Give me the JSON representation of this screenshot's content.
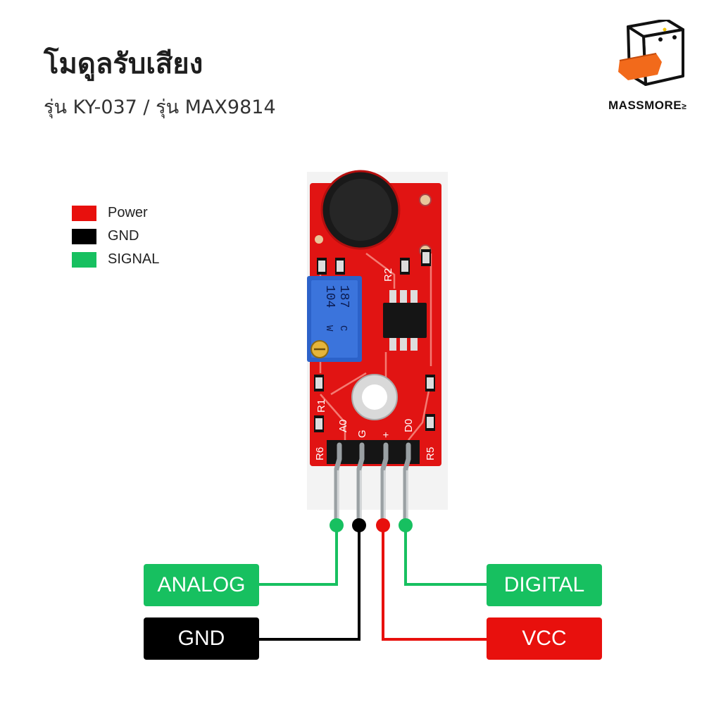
{
  "header": {
    "title": "โมดูลรับเสียง",
    "subtitle": "รุ่น KY-037 / รุ่น MAX9814"
  },
  "brand": {
    "name": "MASSMORE",
    "suffix": "≥"
  },
  "legend": [
    {
      "label": "Power",
      "color": "#e8100d"
    },
    {
      "label": "GND",
      "color": "#000000"
    },
    {
      "label": "SIGNAL",
      "color": "#17c060"
    }
  ],
  "board": {
    "pin_labels": [
      "A0",
      "G",
      "+",
      "D0"
    ],
    "silkscreen": [
      "R2",
      "R6",
      "R5",
      "R1"
    ],
    "potentiometer_text": [
      "104",
      "187",
      "W",
      "C"
    ]
  },
  "pins": {
    "analog": {
      "label": "ANALOG",
      "color": "#17c060"
    },
    "gnd": {
      "label": "GND",
      "color": "#000000"
    },
    "digital": {
      "label": "DIGITAL",
      "color": "#17c060"
    },
    "vcc": {
      "label": "VCC",
      "color": "#e8100d"
    }
  }
}
